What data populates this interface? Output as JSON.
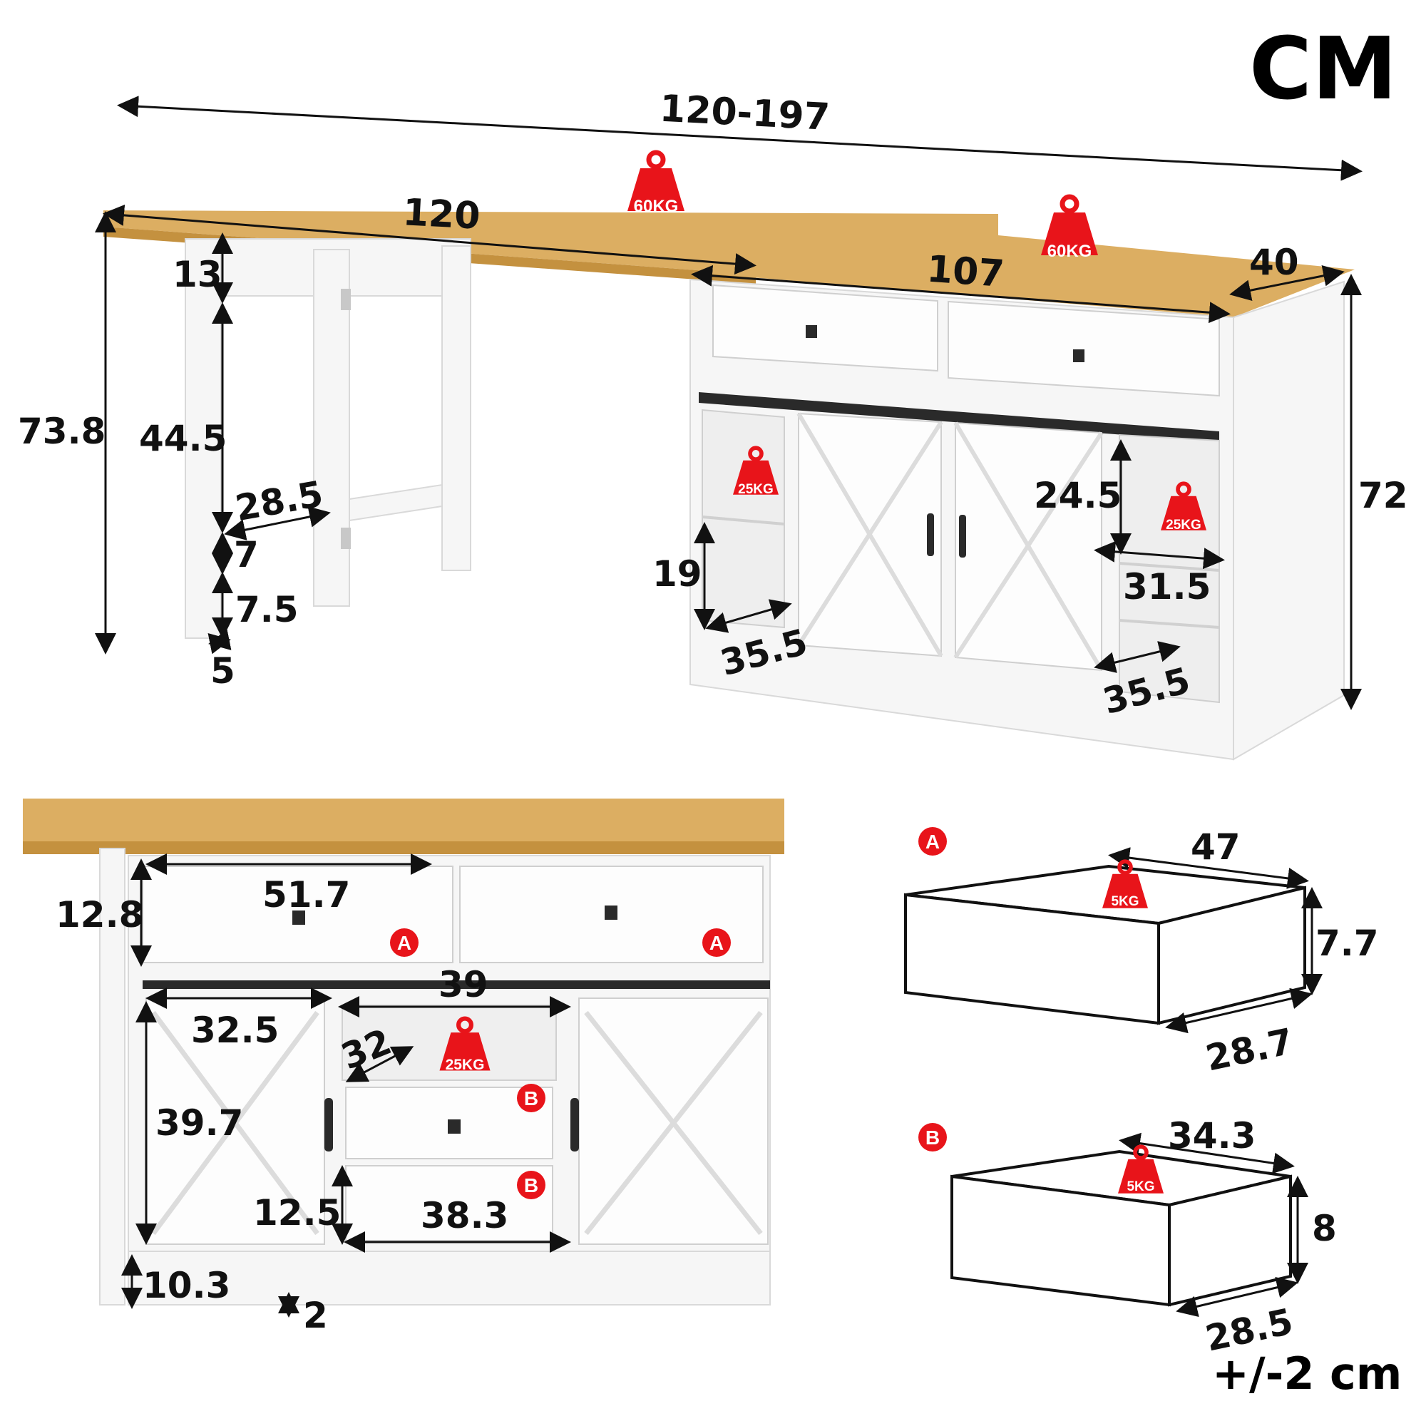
{
  "unit_label": "CM",
  "tolerance": "+/-2 cm",
  "colors": {
    "wood": "#dcae62",
    "white": "#f6f6f6",
    "weight_badge": "#e8141a",
    "marker": "#e8141a",
    "hardware": "#2a2a2a"
  },
  "top_view": {
    "total_length": "120-197",
    "desk_length": "120",
    "desk_height": "73.8",
    "desk_top_apron": "13",
    "leg_height": "44.5",
    "leg_depth": "28.5",
    "stretcher_gap": "7",
    "foot_height": "7.5",
    "leg_width": "5",
    "desk_load": "60KG",
    "cabinet_load": "60KG",
    "cabinet_width": "107",
    "cabinet_depth": "40",
    "cabinet_height": "72",
    "left_shelf_load": "25KG",
    "left_shelf_height": "19",
    "left_shelf_depth": "35.5",
    "right_shelf_load": "25KG",
    "right_shelf_height": "24.5",
    "right_shelf_width": "31.5",
    "right_shelf_depth": "35.5"
  },
  "front_view": {
    "drawer_height": "12.8",
    "drawer_width": "51.7",
    "drawer_marker": "A",
    "center_opening_width": "39",
    "door_width": "32.5",
    "center_shelf_depth": "32",
    "center_shelf_load": "25KG",
    "door_height": "39.7",
    "small_drawer_marker": "B",
    "small_drawer_height": "12.5",
    "small_drawer_width": "38.3",
    "base_height": "10.3",
    "base_clearance": "2"
  },
  "drawer_a": {
    "marker": "A",
    "width": "47",
    "height": "7.7",
    "depth": "28.7",
    "load": "5KG"
  },
  "drawer_b": {
    "marker": "B",
    "width": "34.3",
    "height": "8",
    "depth": "28.5",
    "load": "5KG"
  }
}
